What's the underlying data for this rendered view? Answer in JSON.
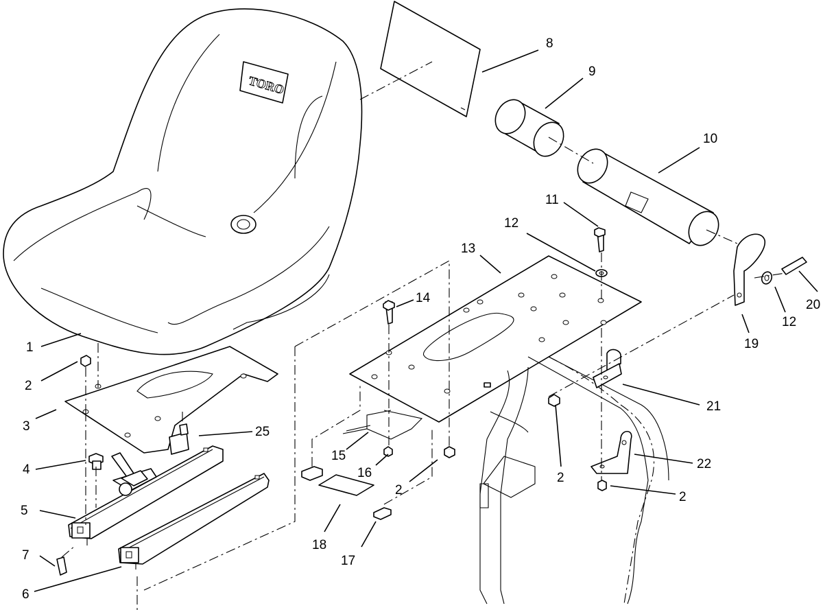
{
  "callouts": {
    "c1": "1",
    "c2a": "2",
    "c2b": "2",
    "c2c": "2",
    "c2d": "2",
    "c3": "3",
    "c4": "4",
    "c5": "5",
    "c6": "6",
    "c7": "7",
    "c8": "8",
    "c9": "9",
    "c10": "10",
    "c11": "11",
    "c12a": "12",
    "c12b": "12",
    "c13": "13",
    "c14": "14",
    "c15": "15",
    "c16": "16",
    "c17": "17",
    "c18": "18",
    "c19": "19",
    "c20": "20",
    "c21": "21",
    "c22": "22",
    "c25": "25"
  },
  "seat_logo_text": "TORO"
}
